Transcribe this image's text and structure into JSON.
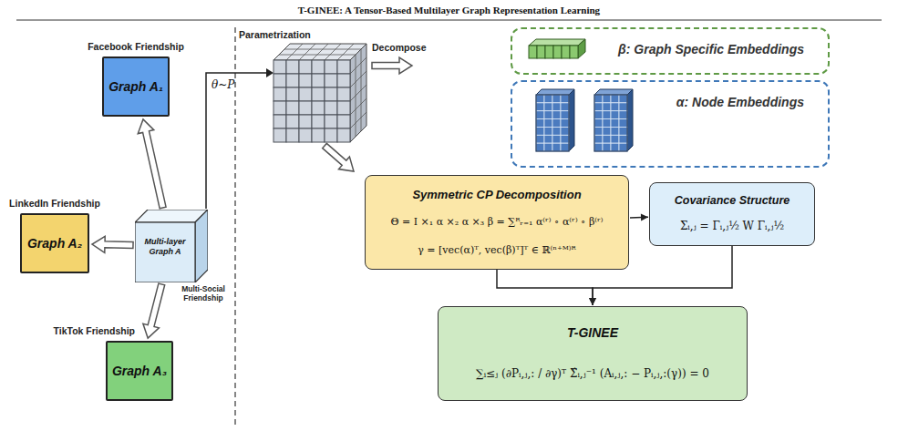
{
  "diagram": {
    "title": "T-GINEE: A Tensor-Based Multilayer Graph Representation Learning",
    "nodes": [
      {
        "text": [
          "Facebook Friendship",
          "Graph A₁"
        ]
      },
      {
        "text": [
          "LinkedIn Friendship",
          "Graph A₂"
        ]
      },
      {
        "text": [
          "TikTok Friendship",
          "Graph A₃"
        ]
      },
      {
        "text": [
          "Multi-layer Graph A",
          "Multi-Social Friendship"
        ]
      },
      {
        "text": [
          "β: Graph Specific Embeddings"
        ]
      },
      {
        "text": [
          "α: Node Embeddings"
        ]
      },
      {
        "text": [
          "Symmetric CP Decomposition",
          "Θ = I ×₁ α ×₂ α ×₃ β = ∑ᴿᵣ₌₁ α⁽ʳ⁾ ∘ α⁽ʳ⁾ ∘ β⁽ʳ⁾",
          "γ = [vec(α)ᵀ, vec(β)ᵀ]ᵀ ∈ ℝ⁽ⁿ⁺ᴹ⁾ᴿ"
        ]
      },
      {
        "text": [
          "Covariance Structure",
          "Σᵢ,ⱼ = Γᵢ,ⱼ½ W Γᵢ,ⱼ½"
        ]
      },
      {
        "text": [
          "T-GINEE",
          "∑ᵢ≤ⱼ (∂Pᵢ,ⱼ,: / ∂γ)ᵀ Σ̂ᵢ,ⱼ⁻¹ (Aᵢ,ⱼ,: − Pᵢ,ⱼ,:(γ)) = 0"
        ]
      }
    ],
    "edges": [
      {
        "from": 3,
        "to": 0,
        "arrow": "to"
      },
      {
        "from": 3,
        "to": 1,
        "arrow": "to"
      },
      {
        "from": 3,
        "to": 2,
        "arrow": "to"
      },
      {
        "from": 6,
        "to": 7,
        "arrow": "to"
      },
      {
        "from": 6,
        "to": 8,
        "arrow": "to"
      },
      {
        "from": 7,
        "to": 8,
        "arrow": "to"
      }
    ],
    "labels": [
      "Parametrization",
      "θ~P",
      "Decompose"
    ]
  }
}
